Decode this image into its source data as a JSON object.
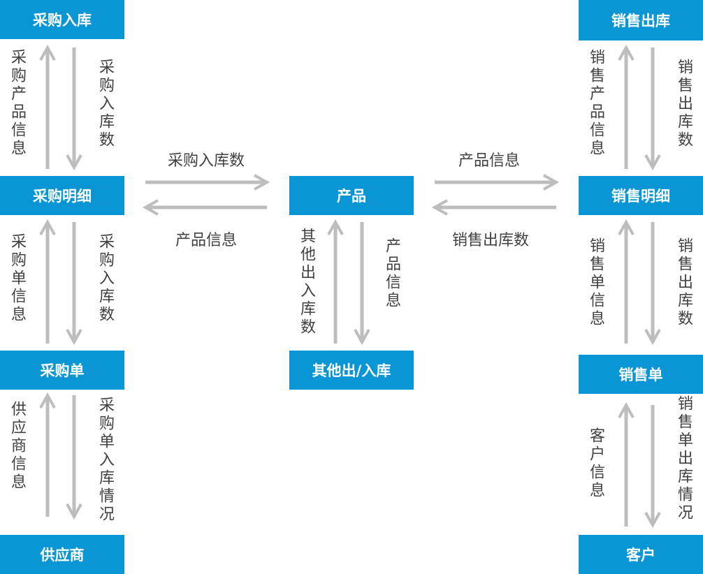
{
  "colors": {
    "box": "#0a96d4",
    "box_text": "#ffffff",
    "arrow": "#bdbdbd",
    "label": "#404040"
  },
  "nodes": {
    "purchase_in": "采购入库",
    "purchase_detail": "采购明细",
    "purchase_order": "采购单",
    "supplier": "供应商",
    "product": "产品",
    "other_io": "其他出/入库",
    "sales_out": "销售出库",
    "sales_detail": "销售明细",
    "sales_order": "销售单",
    "customer": "客户"
  },
  "edges": {
    "pd_to_pi": "采购产品信息",
    "pi_to_pd": "采购入库数",
    "po_to_pd": "采购单信息",
    "pd_to_po": "采购入库数",
    "sup_to_po": "供应商信息",
    "po_to_sup": "采购单入库情况",
    "pd_to_prod": "采购入库数",
    "prod_to_pd": "产品信息",
    "other_to_prod": "其他出入库数",
    "prod_to_other": "产品信息",
    "prod_to_sd": "产品信息",
    "sd_to_prod": "销售出库数",
    "sd_to_so": "销售产品信息",
    "so_to_sd": "销售出库数",
    "sorder_to_sd": "销售单信息",
    "sd_to_sorder": "销售出库数",
    "cust_to_sorder": "客户信息",
    "sorder_to_cust": "销售单出库情况"
  }
}
